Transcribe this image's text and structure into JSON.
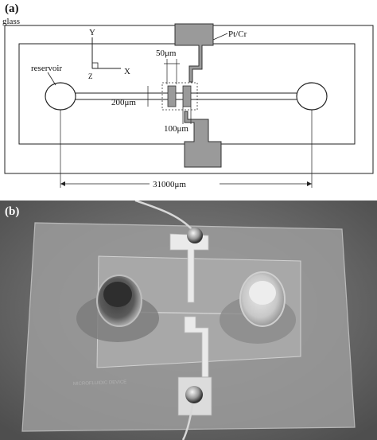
{
  "panel_a": {
    "label": "(a)",
    "glass_label": "glass",
    "electrode_label": "Pt/Cr",
    "reservoir_label": "reservoir",
    "axis_y": "Y",
    "axis_x": "X",
    "axis_z": "Z",
    "dim_gap": "50μm",
    "dim_channel_width": "200μm",
    "dim_electrode_width": "100μm",
    "dim_length": "31000μm"
  },
  "panel_b": {
    "label": "(b)",
    "photo_text": "MICROFLUIDIC DEVICE"
  },
  "colors": {
    "electrode_fill": "#9a9a9a",
    "line": "#222222",
    "photo_bg": "#6e6e6e"
  }
}
